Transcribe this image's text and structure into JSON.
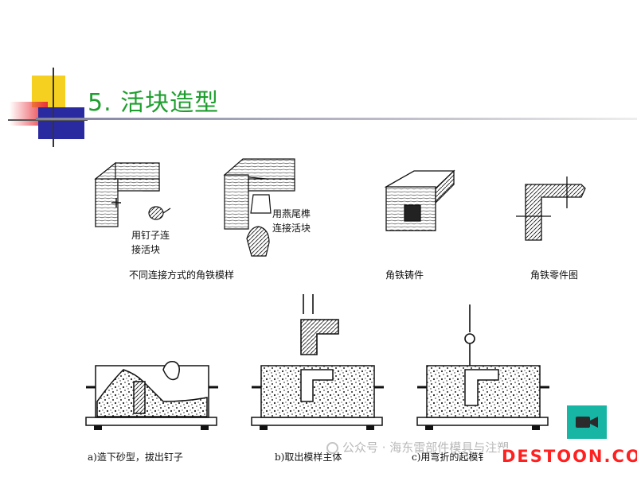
{
  "title": "5. 活块造型",
  "figures": {
    "top_left_callout_1": "用钉子连\n接活块",
    "top_left_callout_2": "用燕尾榫\n连接活块",
    "top_left_caption": "不同连接方式的角铁模样",
    "top_mid_caption": "角铁铸件",
    "top_right_caption": "角铁零件图",
    "step_a": "a)造下砂型，拔出钉子",
    "step_b": "b)取出模样主体",
    "step_c": "c)用弯折的起模钅"
  },
  "watermark": {
    "text": "公众号 · 海东雷部件模具与注塑",
    "icon": "wechat-icon"
  },
  "site_logo": "DESTOON.COM",
  "nav_button": {
    "icon": "video-camera-icon",
    "color": "#17b5a3"
  },
  "colors": {
    "title": "#1e9e2e",
    "accent_yellow": "#f5d020",
    "accent_red": "#e8303a",
    "accent_blue": "#2a2aa0"
  }
}
